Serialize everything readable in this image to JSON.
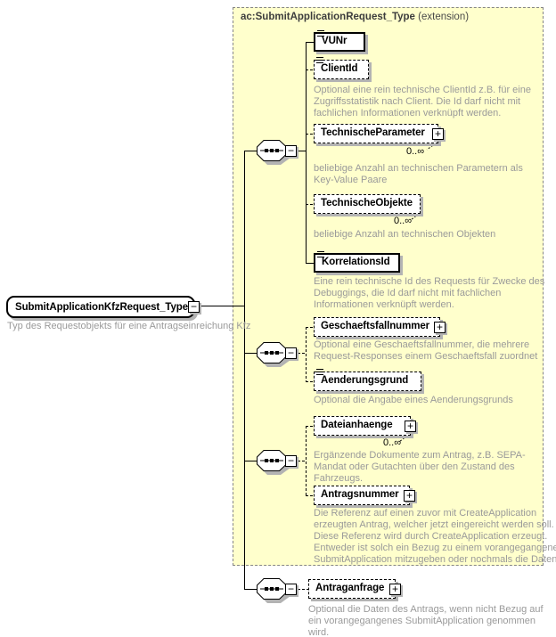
{
  "panel": {
    "title": "ac:SubmitApplicationRequest_Type",
    "title_suffix": " (extension)"
  },
  "root": {
    "label": "SubmitApplicationKfzRequest_Type",
    "description": "Typ des Requestobjekts für eine Antragseinreichung Kfz"
  },
  "icons": {
    "collapse": "−",
    "expand": "+"
  },
  "colors": {
    "panel_bg": "#ffffcc",
    "panel_border": "#858585",
    "box_border": "#000000",
    "shadow": "#b3b3b3",
    "description_text": "#9a9a9a"
  },
  "elements": [
    {
      "name": "VUNr",
      "optional": false,
      "multiplicity": "",
      "description": ""
    },
    {
      "name": "ClientId",
      "optional": true,
      "multiplicity": "",
      "description": "Optional eine rein technische ClientId z.B. für eine Zugriffsstatistik nach Client. Die Id darf nicht mit fachlichen Informationen verknüpft werden."
    },
    {
      "name": "TechnischeParameter",
      "optional": true,
      "multiplicity": "0..∞",
      "description": "beliebige Anzahl an technischen Parametern als Key-Value Paare"
    },
    {
      "name": "TechnischeObjekte",
      "optional": true,
      "multiplicity": "0..∞",
      "description": "beliebige Anzahl an technischen Objekten"
    },
    {
      "name": "KorrelationsId",
      "optional": false,
      "multiplicity": "",
      "description": "Eine rein technische Id des Requests für Zwecke des Debuggings, die Id darf nicht mit fachlichen Informationen verknüpft werden."
    },
    {
      "name": "Geschaeftsfallnummer",
      "optional": true,
      "multiplicity": "",
      "description": "Optional eine Geschaeftsfallnummer, die mehrere Request-Responses einem Geschaeftsfall zuordnet"
    },
    {
      "name": "Aenderungsgrund",
      "optional": true,
      "multiplicity": "",
      "description": "Optional die Angabe eines Aenderungsgrunds"
    },
    {
      "name": "Dateianhaenge",
      "optional": true,
      "multiplicity": "0..∞",
      "description": "Ergänzende Dokumente zum Antrag, z.B. SEPA-Mandat oder Gutachten über den Zustand des Fahrzeugs."
    },
    {
      "name": "Antragsnummer",
      "optional": true,
      "multiplicity": "",
      "description": "Die Referenz auf einen zuvor mit CreateApplication erzeugten Antrag, welcher jetzt eingereicht werden soll. Diese Referenz wird durch CreateApplication erzeugt. Entweder ist solch ein Bezug zu einem vorangegangenen SubmitApplication mitzugeben oder nochmals die Daten."
    },
    {
      "name": "Antraganfrage",
      "optional": true,
      "multiplicity": "",
      "description": "Optional die Daten des Antrags, wenn nicht Bezug auf ein vorangegangenes SubmitApplication genommen wird."
    }
  ]
}
